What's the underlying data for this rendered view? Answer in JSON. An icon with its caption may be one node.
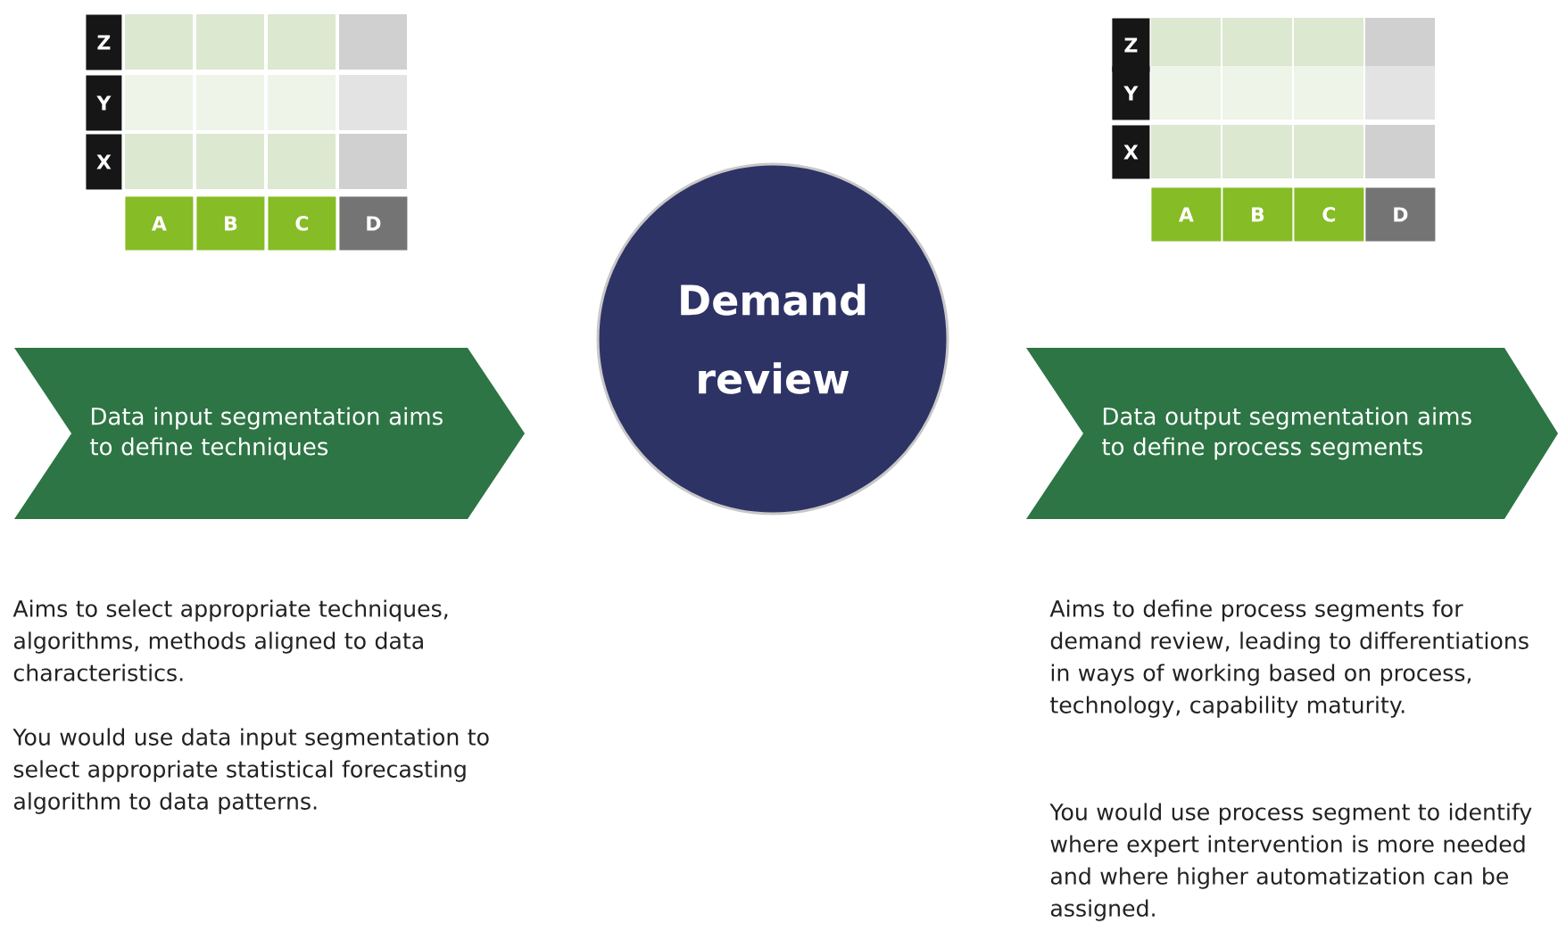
{
  "diagram": {
    "nodes": [
      {
        "text": [
          "Z"
        ]
      },
      {
        "text": [
          "Y"
        ]
      },
      {
        "text": [
          "X"
        ]
      },
      {
        "text": [
          "A"
        ]
      },
      {
        "text": [
          "B"
        ]
      },
      {
        "text": [
          "C"
        ]
      },
      {
        "text": [
          "D"
        ]
      },
      {
        "text": [
          "Z"
        ]
      },
      {
        "text": [
          "Y"
        ]
      },
      {
        "text": [
          "X"
        ]
      },
      {
        "text": [
          "A"
        ]
      },
      {
        "text": [
          "B"
        ]
      },
      {
        "text": [
          "C"
        ]
      },
      {
        "text": [
          "D"
        ]
      },
      {
        "text": [
          "Demand review"
        ]
      },
      {
        "text": [
          "Data input segmentation aims to define techniques"
        ]
      },
      {
        "text": [
          "Data output segmentation aims to define process segments"
        ]
      }
    ],
    "labels": [
      "Aims to select appropriate techniques, algorithms, methods aligned to data characteristics.",
      "You would use data input segmentation to select appropriate statistical forecasting algorithm to data patterns.",
      "Aims to define process segments for demand review, leading to differentiations in ways of working based on process, technology, capability maturity.",
      "You would use process segment to identify where expert intervention is more needed and where higher automatization can be assigned."
    ]
  }
}
